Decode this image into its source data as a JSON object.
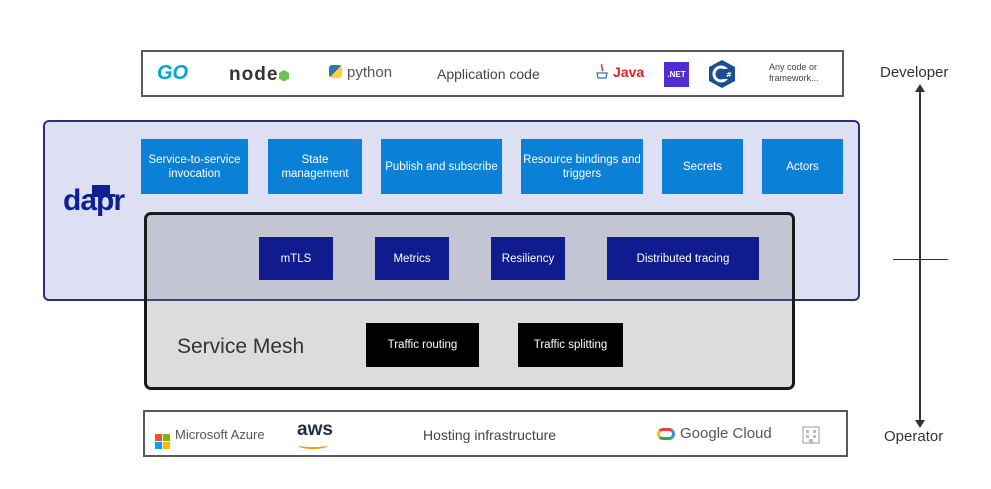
{
  "app_code": {
    "logos": {
      "go": "GO",
      "node": "node",
      "python": "python",
      "java": "Java",
      "dotnet": ".NET",
      "csharp": "C#"
    },
    "label": "Application code",
    "any_code": "Any code or framework..."
  },
  "dapr": {
    "logo": "dapr",
    "building_blocks": [
      "Service-to-service invocation",
      "State management",
      "Publish and subscribe",
      "Resource bindings and triggers",
      "Secrets",
      "Actors"
    ],
    "shared_capabilities": [
      "mTLS",
      "Metrics",
      "Resiliency",
      "Distributed tracing"
    ]
  },
  "service_mesh": {
    "label": "Service Mesh",
    "capabilities": [
      "Traffic routing",
      "Traffic splitting"
    ]
  },
  "infrastructure": {
    "logos": {
      "azure": "Microsoft Azure",
      "aws": "aws",
      "google_cloud": "Google Cloud"
    },
    "label": "Hosting infrastructure"
  },
  "axis": {
    "top": "Developer",
    "bottom": "Operator"
  },
  "colors": {
    "building_block": "#0a81d6",
    "shared_capability": "#0f1b8e",
    "mesh_capability": "#000000",
    "dapr_panel": "#dde0f3",
    "dapr_border": "#2a2f7c"
  }
}
